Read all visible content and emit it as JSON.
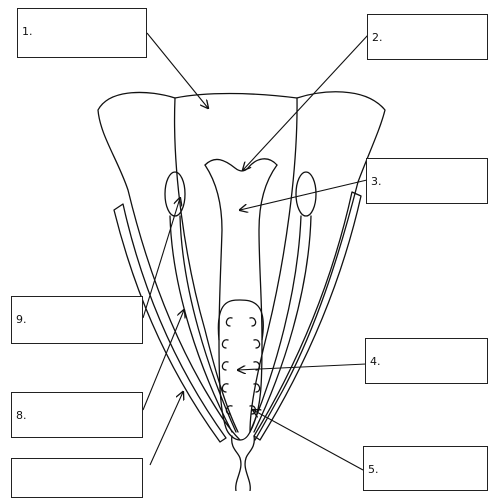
{
  "diagram": {
    "labels": [
      {
        "id": "1",
        "text": "1.",
        "answer": ""
      },
      {
        "id": "2",
        "text": "2.",
        "answer": ""
      },
      {
        "id": "3",
        "text": "3.",
        "answer": ""
      },
      {
        "id": "4",
        "text": "4.",
        "answer": ""
      },
      {
        "id": "5",
        "text": "5.",
        "answer": ""
      },
      {
        "id": "8",
        "text": "8.",
        "answer": ""
      },
      {
        "id": "9",
        "text": "9.",
        "answer": ""
      }
    ]
  }
}
